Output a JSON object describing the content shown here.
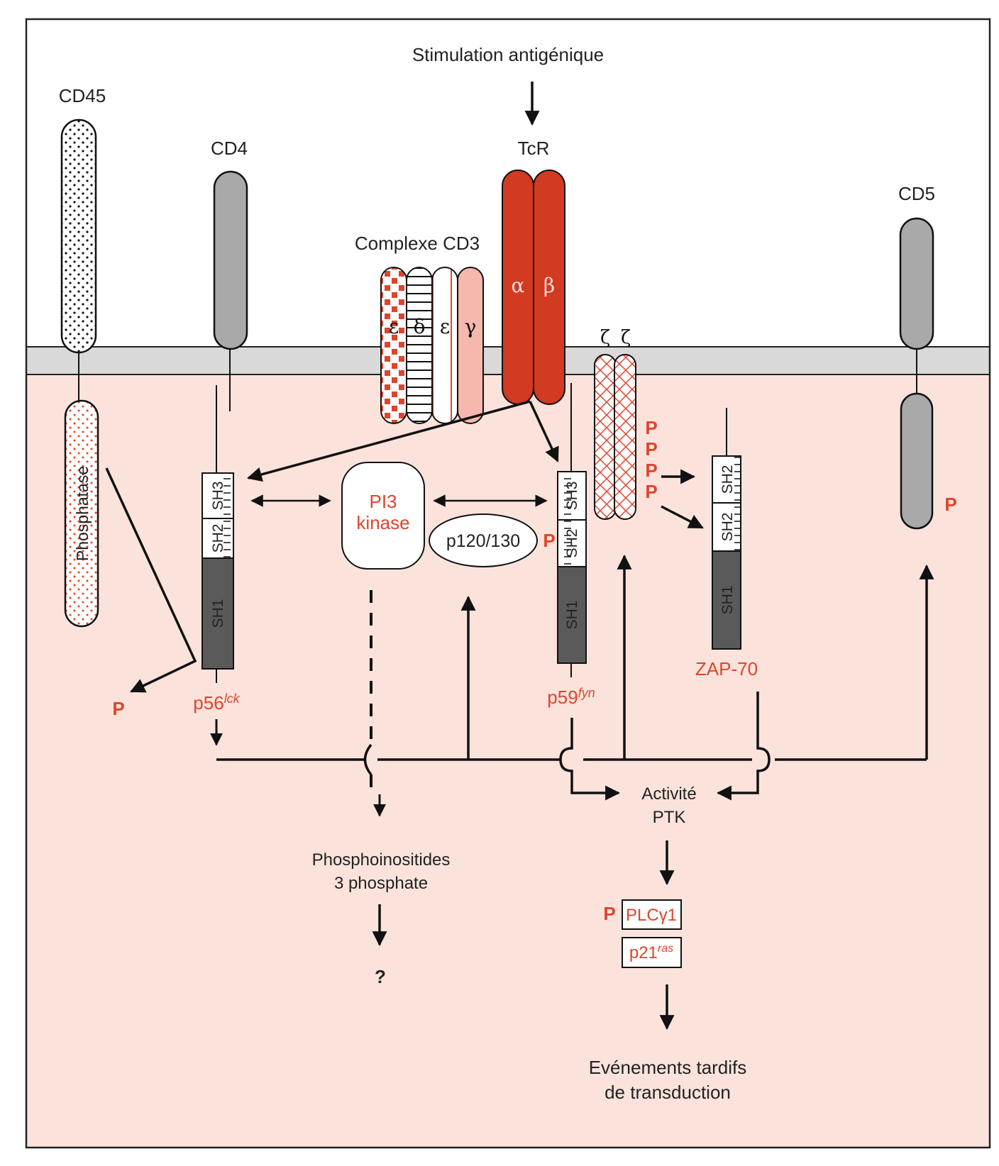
{
  "colors": {
    "red": "#e0442c",
    "dark_red": "#d23a22",
    "pink_fill": "#f6b8ad",
    "cytoplasm": "#fbe3dc",
    "membrane": "#d9d9d9",
    "gray_protein": "#a9a9a9",
    "dark_domain": "#5a5a5a",
    "line": "#111111"
  },
  "labels": {
    "stimulus": "Stimulation antigénique",
    "tcr": "TcR",
    "cd3": "Complexe CD3",
    "cd45": "CD45",
    "cd4": "CD4",
    "cd5": "CD5",
    "phosphatase": "Phosphatase",
    "pi3_line1": "PI3",
    "pi3_line2": "kinase",
    "p120": "p120/130",
    "lck_base": "p56",
    "lck_sup": "lck",
    "fyn_base": "p59",
    "fyn_sup": "fyn",
    "zap70": "ZAP-70",
    "ptk_line1": "Activité",
    "ptk_line2": "PTK",
    "pip_line1": "Phosphoinositides",
    "pip_line2": "3 phosphate",
    "question": "?",
    "plc": "PLCγ1",
    "ras_base": "p21",
    "ras_sup": "ras",
    "late_line1": "Evénements tardifs",
    "late_line2": "de transduction",
    "phospho": "P",
    "sh1": "SH1",
    "sh2": "SH2",
    "sh3": "SH3"
  },
  "cd3_chains": [
    "ε",
    "δ",
    "ε",
    "γ"
  ],
  "tcr_chains": [
    "α",
    "β"
  ],
  "zeta_chains": [
    "ζ",
    "ζ"
  ]
}
